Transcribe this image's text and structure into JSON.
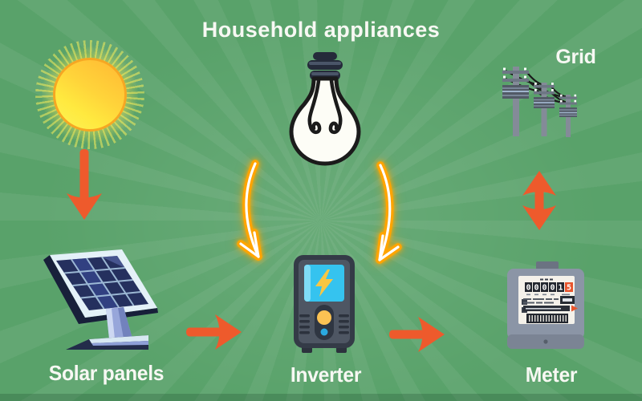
{
  "title": "Household appliances",
  "colors": {
    "background": "#59a26a",
    "arrow": "#ee5a2c",
    "neon_glow": "#ffa400",
    "neon_core": "#ffffff",
    "label_text": "#f7f8f3",
    "meter_reading_box": "#e8552d"
  },
  "nodes": {
    "sun": {
      "icon": "sun-icon"
    },
    "appliances": {
      "icon": "light-bulb-icon"
    },
    "grid": {
      "label": "Grid",
      "icon": "power-lines-icon"
    },
    "solar_panels": {
      "label": "Solar panels",
      "icon": "solar-panel-icon"
    },
    "inverter": {
      "label": "Inverter",
      "icon": "inverter-icon"
    },
    "meter": {
      "label": "Meter",
      "icon": "electric-meter-icon",
      "reading_digits": [
        "0",
        "0",
        "0",
        "0",
        "1"
      ],
      "reading_last_digit": "5"
    }
  },
  "flows": [
    {
      "from": "sun",
      "to": "solar_panels",
      "style": "solid-red",
      "direction": "down"
    },
    {
      "from": "solar_panels",
      "to": "inverter",
      "style": "solid-red",
      "direction": "right"
    },
    {
      "from": "inverter",
      "to": "meter",
      "style": "solid-red",
      "direction": "right"
    },
    {
      "from": "meter",
      "to": "grid",
      "style": "solid-red",
      "direction": "both"
    },
    {
      "from": "appliances",
      "to": "inverter",
      "style": "neon-curved",
      "direction": "down-left"
    },
    {
      "from": "appliances",
      "to": "inverter",
      "style": "neon-curved",
      "direction": "down-right"
    }
  ]
}
